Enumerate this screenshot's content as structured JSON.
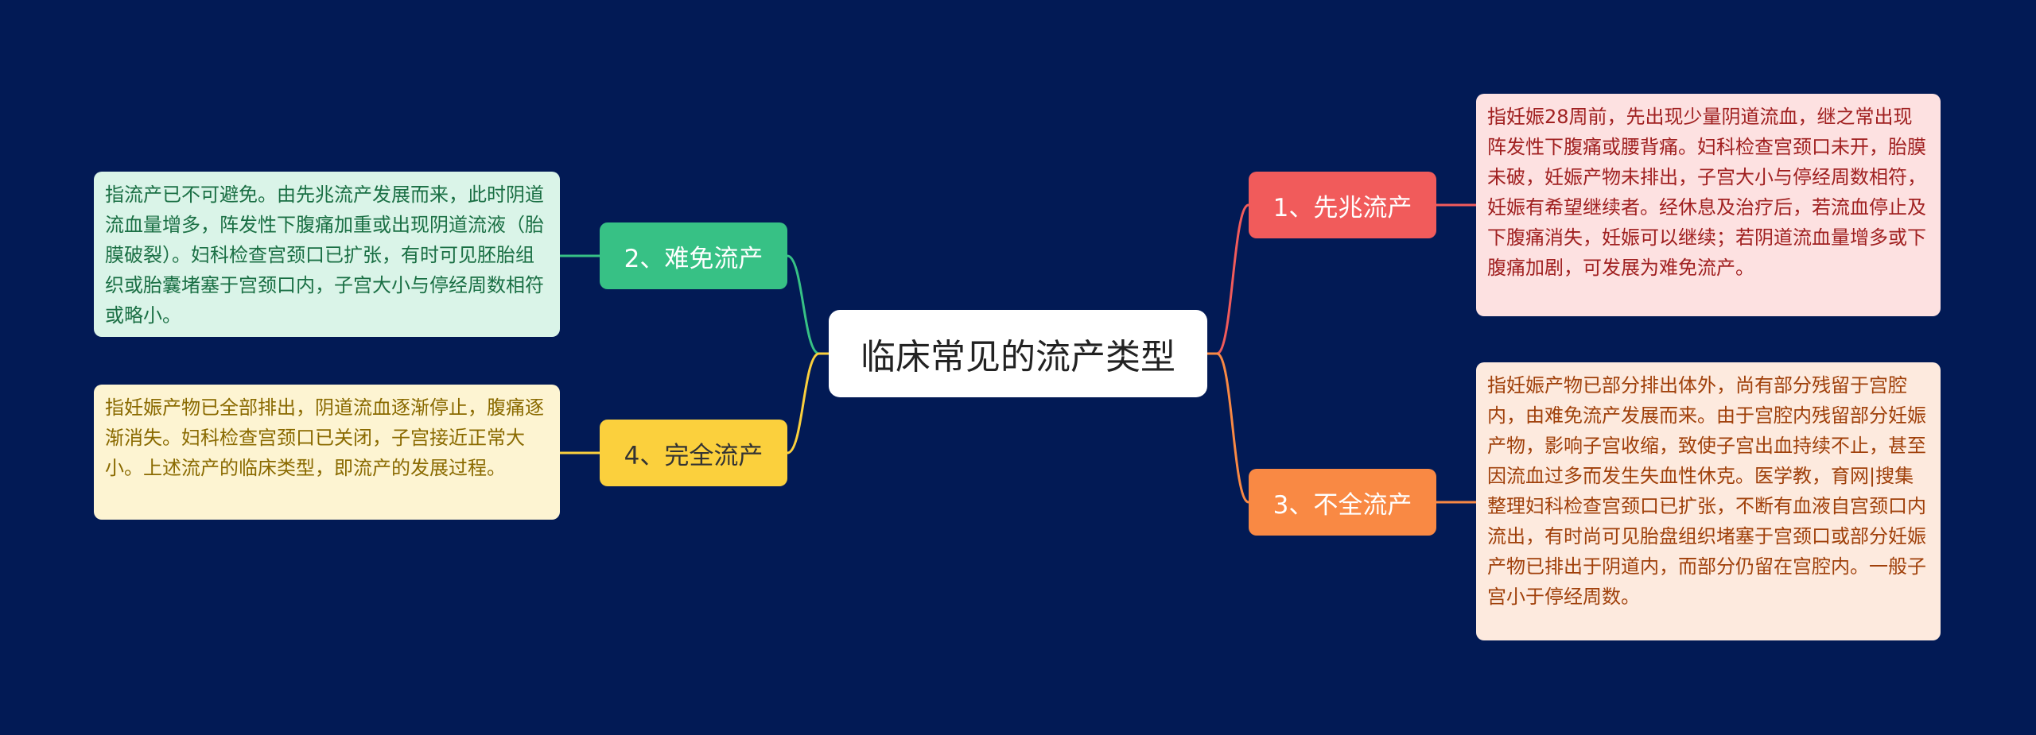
{
  "center": {
    "label": "临床常见的流产类型"
  },
  "branches": [
    {
      "label": "1、先兆流产",
      "color": "#f15b5b",
      "description": "指妊娠28周前，先出现少量阴道流血，继之常出现阵发性下腹痛或腰背痛。妇科检查宫颈口未开，胎膜未破，妊娠产物未排出，子宫大小与停经周数相符，妊娠有希望继续者。经休息及治疗后，若流血停止及下腹痛消失，妊娠可以继续；若阴道流血量增多或下腹痛加剧，可发展为难免流产。"
    },
    {
      "label": "2、难免流产",
      "color": "#37c185",
      "description": "指流产已不可避免。由先兆流产发展而来，此时阴道流血量增多，阵发性下腹痛加重或出现阴道流液（胎膜破裂）。妇科检查宫颈口已扩张，有时可见胚胎组织或胎囊堵塞于宫颈口内，子宫大小与停经周数相符或略小。"
    },
    {
      "label": "3、不全流产",
      "color": "#f98944",
      "description": "指妊娠产物已部分排出体外，尚有部分残留于宫腔内，由难免流产发展而来。由于宫腔内残留部分妊娠产物，影响子宫收缩，致使子宫出血持续不止，甚至因流血过多而发生失血性休克。医学教，育网|搜集整理妇科检查宫颈口已扩张，不断有血液自宫颈口内流出，有时尚可见胎盘组织堵塞于宫颈口或部分妊娠产物已排出于阴道内，而部分仍留在宫腔内。一般子宫小于停经周数。"
    },
    {
      "label": "4、完全流产",
      "color": "#fbd03d",
      "description": "指妊娠产物已全部排出，阴道流血逐渐停止，腹痛逐渐消失。妇科检查宫颈口已关闭，子宫接近正常大小。上述流产的临床类型，即流产的发展过程。"
    }
  ]
}
